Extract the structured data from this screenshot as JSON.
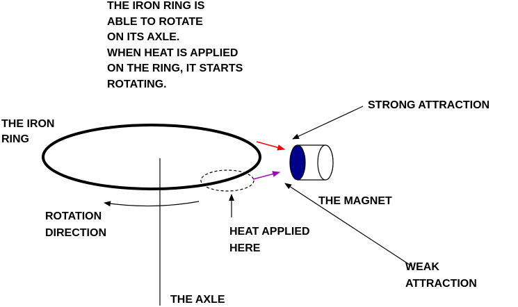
{
  "caption": {
    "lines": [
      "THE IRON RING IS",
      "ABLE TO ROTATE",
      "ON ITS AXLE.",
      "WHEN HEAT IS APPLIED",
      "ON THE RING, IT STARTS",
      "ROTATING."
    ]
  },
  "labels": {
    "iron_ring": [
      "THE IRON",
      "RING"
    ],
    "strong_attraction": "STRONG ATTRACTION",
    "magnet": "THE MAGNET",
    "rotation_direction": [
      "ROTATION",
      "DIRECTION"
    ],
    "heat_applied": [
      "HEAT APPLIED",
      "HERE"
    ],
    "weak_attraction": [
      "WEAK",
      "ATTRACTION"
    ],
    "axle": "THE AXLE"
  },
  "colors": {
    "strong_arrow": "#ff0000",
    "weak_arrow": "#a000c0",
    "magnet_face": "#00008b",
    "ink": "#000000"
  }
}
